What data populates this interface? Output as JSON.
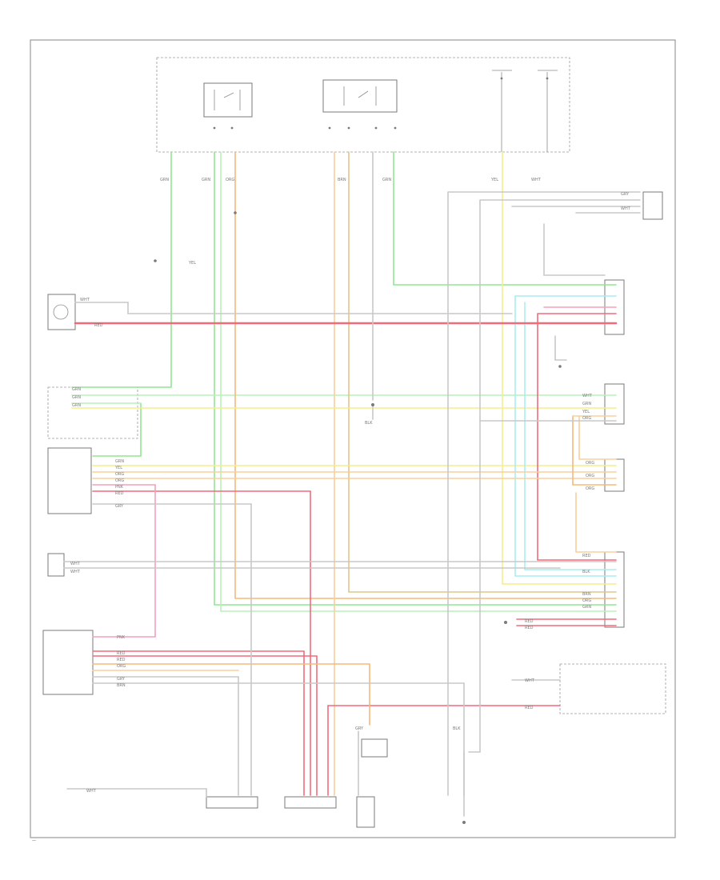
{
  "colors": {
    "green": "#8fe88f",
    "light_green": "#b9f0b9",
    "red": "#f26a7a",
    "pink": "#f4a0b8",
    "orange": "#f7b879",
    "light_orange": "#f9cf9a",
    "yellow": "#f3ee8a",
    "tan": "#e2c58a",
    "cyan": "#a6eef2",
    "gray": "#c8c8c8",
    "ink": "#7a7a7a"
  },
  "wire_labels": {
    "wht": "WHT",
    "grn": "GRN",
    "red": "RED",
    "blk": "BLK",
    "yel": "YEL",
    "org": "ORG",
    "pnk": "PNK",
    "brn": "BRN",
    "gry": "GRY"
  },
  "notes": {
    "bottom_left_mark": "—"
  }
}
